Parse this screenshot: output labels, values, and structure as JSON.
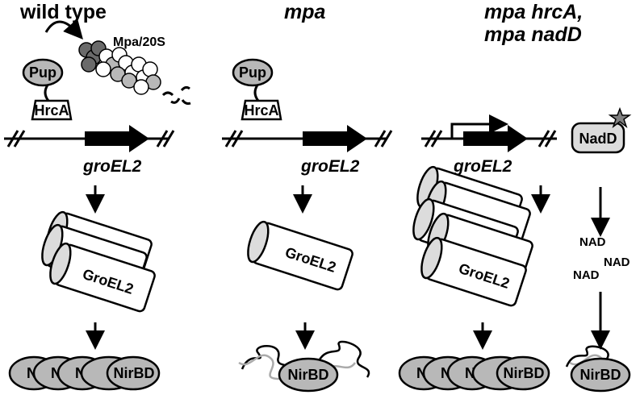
{
  "panels": {
    "wild_type": {
      "title": "wild type",
      "pup": "Pup",
      "hrca": "HrcA",
      "proteasome": "Mpa/20S",
      "gene": "groEL2",
      "groel": "GroEL2",
      "nirbd": "NirBD",
      "nirbd_partial": "N"
    },
    "mpa": {
      "title": "mpa",
      "pup": "Pup",
      "hrca": "HrcA",
      "gene": "groEL2",
      "groel": "GroEL2",
      "nirbd": "NirBD"
    },
    "mpa_double": {
      "title_line1": "mpa hrcA,",
      "title_line2": "mpa nadD",
      "gene": "groEL2",
      "groel": "GroEL2",
      "nirbd": "NirBD",
      "nirbd_partial": "N",
      "nadd": "NadD",
      "nad1": "NAD",
      "nad2": "NAD",
      "nad3": "NAD",
      "nirbd_right": "NirBD"
    }
  },
  "colors": {
    "black": "#000000",
    "light_gray": "#dcdcdc",
    "mid_gray": "#b8b8b8",
    "dark_gray": "#6a6a6a",
    "white": "#ffffff"
  }
}
